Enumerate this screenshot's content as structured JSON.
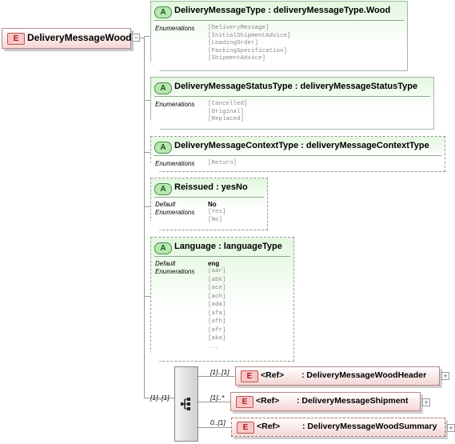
{
  "root": {
    "badge": "E",
    "name": "DeliveryMessageWood"
  },
  "labels": {
    "enumerations": "Enumerations",
    "default": "Default"
  },
  "attributes": [
    {
      "badge": "A",
      "title": "DeliveryMessageType : deliveryMessageType.Wood",
      "enumerations": [
        "[DeliveryMessage]",
        "[InitialShipmentAdvice]",
        "[LoadingOrder]",
        "[PackingSpecification]",
        "[ShipmentAdvice]"
      ]
    },
    {
      "badge": "A",
      "title": "DeliveryMessageStatusType : deliveryMessageStatusType",
      "enumerations": [
        "[Cancelled]",
        "[Original]",
        "[Replaced]"
      ]
    },
    {
      "badge": "A",
      "title": "DeliveryMessageContextType : deliveryMessageContextType",
      "enumerations": [
        "[Return]"
      ]
    },
    {
      "badge": "A",
      "title": "Reissued : yesNo",
      "default": "No",
      "enumerations": [
        "[Yes]",
        "[No]"
      ]
    },
    {
      "badge": "A",
      "title": "Language : languageType",
      "default": "eng",
      "enumerations": [
        "[aar]",
        "[abk]",
        "[ace]",
        "[ach]",
        "[ada]",
        "[afa]",
        "[afh]",
        "[afr]",
        "[aka]",
        "..."
      ]
    }
  ],
  "sequence": {
    "cardinality": "[1]..[1]"
  },
  "children": [
    {
      "cardinality": "[1]..[1]",
      "badge": "E",
      "ref": "<Ref>",
      "name": ": DeliveryMessageWoodHeader"
    },
    {
      "cardinality": "[1]..*",
      "badge": "E",
      "ref": "<Ref>",
      "name": ": DeliveryMessageShipment"
    },
    {
      "cardinality": "0..[1]",
      "badge": "E",
      "ref": "<Ref>",
      "name": ": DeliveryMessageWoodSummary"
    }
  ],
  "icons": {
    "expand": "plus-toggle-icon",
    "collapse": "minus-toggle-icon",
    "sequence": "sequence-compositor-icon"
  }
}
